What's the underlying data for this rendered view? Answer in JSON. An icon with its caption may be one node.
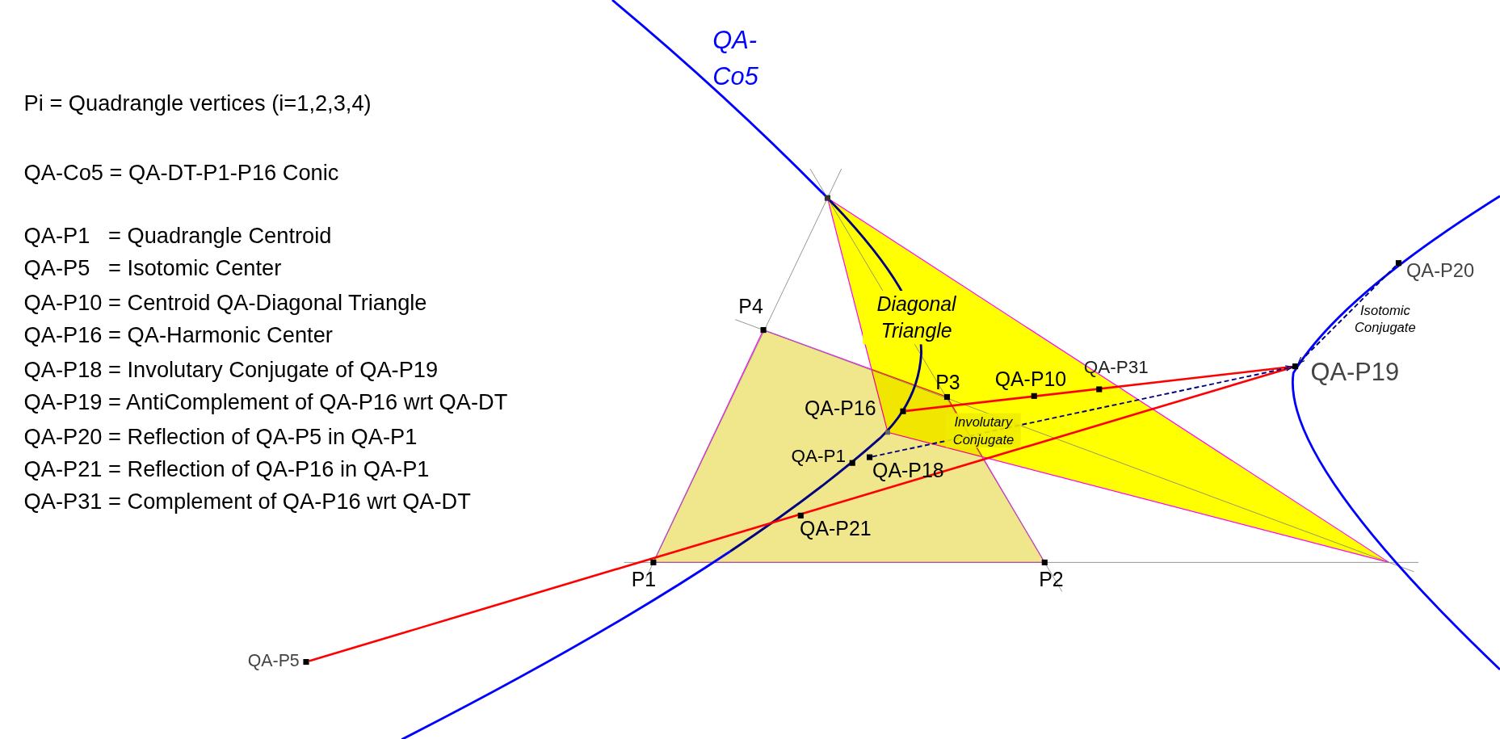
{
  "diagram": {
    "nodes": [
      {
        "text": [],
        "shape": "box",
        "beside": [
          "QA-P16"
        ]
      },
      {
        "text": [],
        "shape": "box",
        "beside": [
          "QA-P19"
        ]
      },
      {
        "text": [],
        "shape": "box",
        "beside": [
          "QA-P20"
        ]
      },
      {
        "text": [],
        "shape": "box",
        "beside": [
          "QA-P18"
        ]
      },
      {
        "text": [],
        "shape": "box",
        "beside": [
          "QA-P5"
        ]
      }
    ],
    "edges": [
      {
        "from": 4,
        "to": 1,
        "arrow": "none"
      },
      {
        "from": 0,
        "to": 1,
        "arrow": "none"
      },
      {
        "from": 3,
        "to": 1,
        "arrow": "to",
        "label": "Involutary Conjugate",
        "style": "dashed",
        "color": "#000080"
      },
      {
        "from": 2,
        "to": 1,
        "arrow": "to",
        "label": "Isotomic Conjugate",
        "style": "dashed",
        "color": "#000080"
      }
    ],
    "labels": [
      "Pi = Quadrangle vertices (i=1,2,3,4)",
      "QA-Co5 = QA-DT-P1-P16 Conic",
      "QA-P1   = Quadrangle Centroid",
      "QA-P5   = Isotomic Center",
      "QA-P10 = Centroid QA-Diagonal Triangle",
      "QA-P16 = QA-Harmonic Center",
      "QA-P18 = Involutary Conjugate of QA-P19",
      "QA-P19 = AntiComplement of QA-P16 wrt QA-DT",
      "QA-P20 = Reflection of QA-P5 in QA-P1",
      "QA-P21 = Reflection of QA-P16 in QA-P1",
      "QA-P31 = Complement of QA-P16 wrt QA-DT",
      "QA-Co5",
      "P4",
      "P3",
      "QA-P10",
      "QA-P31",
      "QA-P1",
      "QA-P21",
      "P1",
      "P2",
      "Diagonal Triangle"
    ]
  }
}
